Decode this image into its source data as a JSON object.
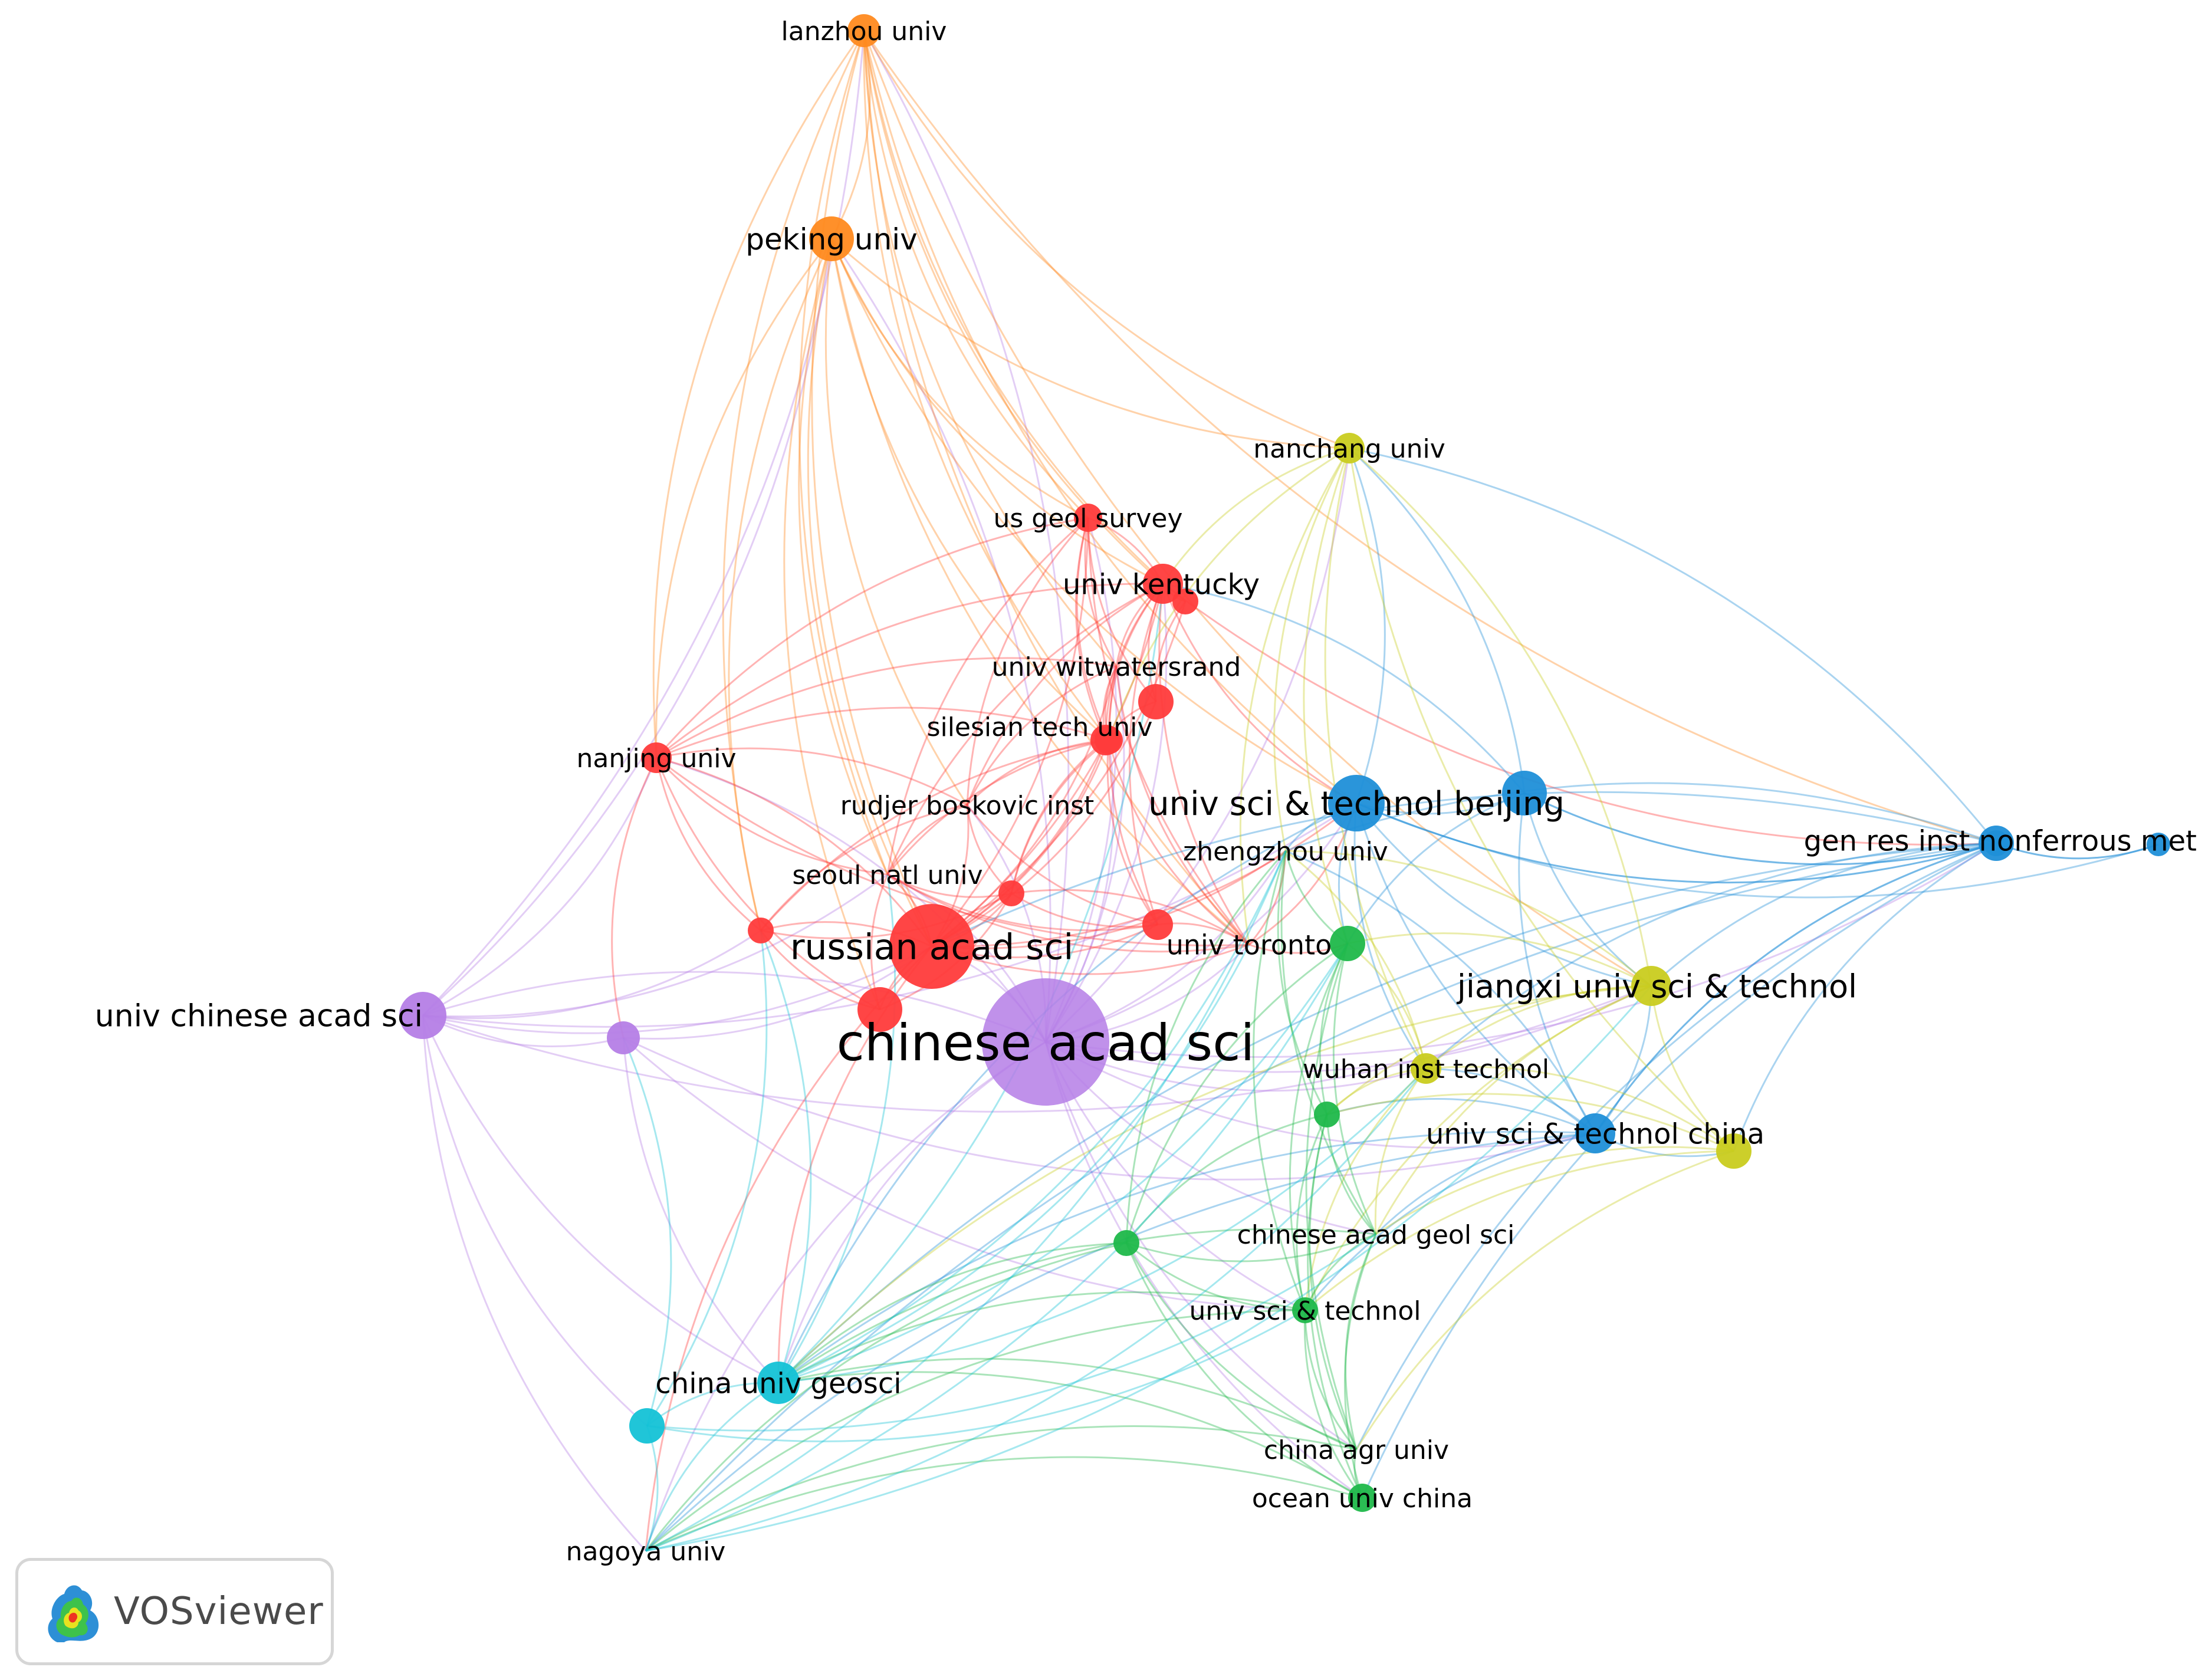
{
  "app": {
    "logo_text": "VOSviewer",
    "logo_icon": "vosviewer-heat-density-icon"
  },
  "clusters": {
    "red": "#ff3b3b",
    "orange": "#ff8a1f",
    "purple": "#b57ee6",
    "blue": "#1f8fd8",
    "green": "#1fb84a",
    "yellow": "#c9cc1f",
    "cyan": "#14c2d6"
  },
  "network": {
    "nodes": [
      {
        "id": "lanzhou",
        "label": "lanzhou univ",
        "cluster": "orange"
      },
      {
        "id": "peking",
        "label": "peking univ",
        "cluster": "orange"
      },
      {
        "id": "nanchang",
        "label": "nanchang univ",
        "cluster": "yellow"
      },
      {
        "id": "usgeol",
        "label": "us geol survey",
        "cluster": "red"
      },
      {
        "id": "kentucky",
        "label": "univ kentucky",
        "cluster": "red"
      },
      {
        "id": "wits",
        "label": "univ witwatersrand",
        "cluster": "red"
      },
      {
        "id": "silesian",
        "label": "silesian tech univ",
        "cluster": "red"
      },
      {
        "id": "nanjing",
        "label": "nanjing univ",
        "cluster": "red"
      },
      {
        "id": "rudjer",
        "label": "rudjer boskovic inst",
        "cluster": "red"
      },
      {
        "id": "ustb",
        "label": "univ sci & technol beijing",
        "cluster": "blue"
      },
      {
        "id": "genres",
        "label": "gen res inst nonferrous met",
        "cluster": "blue"
      },
      {
        "id": "zhengzhou",
        "label": "zhengzhou univ",
        "cluster": "green"
      },
      {
        "id": "seoul",
        "label": "seoul natl univ",
        "cluster": "red"
      },
      {
        "id": "russian",
        "label": "russian acad sci",
        "cluster": "red"
      },
      {
        "id": "toronto",
        "label": "univ toronto",
        "cluster": "red"
      },
      {
        "id": "jiangxi",
        "label": "jiangxi univ sci & technol",
        "cluster": "yellow"
      },
      {
        "id": "ucas",
        "label": "univ chinese acad sci",
        "cluster": "purple"
      },
      {
        "id": "cas",
        "label": "chinese acad sci",
        "cluster": "purple"
      },
      {
        "id": "wuhan",
        "label": "wuhan inst technol",
        "cluster": "yellow"
      },
      {
        "id": "ustc",
        "label": "univ sci & technol china",
        "cluster": "blue"
      },
      {
        "id": "cags",
        "label": "chinese acad geol sci",
        "cluster": "green"
      },
      {
        "id": "ust",
        "label": "univ sci & technol",
        "cluster": "green"
      },
      {
        "id": "cug",
        "label": "china univ geosci",
        "cluster": "cyan"
      },
      {
        "id": "cau",
        "label": "china agr univ",
        "cluster": "green"
      },
      {
        "id": "ouc",
        "label": "ocean univ china",
        "cluster": "green"
      },
      {
        "id": "nagoya",
        "label": "nagoya univ",
        "cluster": "cyan"
      },
      {
        "id": "u_purple2",
        "label": "",
        "cluster": "purple"
      },
      {
        "id": "u_red1",
        "label": "",
        "cluster": "red"
      },
      {
        "id": "u_red2",
        "label": "",
        "cluster": "red"
      },
      {
        "id": "u_red3",
        "label": "",
        "cluster": "red"
      },
      {
        "id": "u_red4",
        "label": "",
        "cluster": "red"
      },
      {
        "id": "u_red5",
        "label": "",
        "cluster": "red"
      },
      {
        "id": "u_red6",
        "label": "",
        "cluster": "red"
      },
      {
        "id": "u_red7",
        "label": "",
        "cluster": "red"
      },
      {
        "id": "u_green1",
        "label": "",
        "cluster": "green"
      },
      {
        "id": "u_green2",
        "label": "",
        "cluster": "green"
      },
      {
        "id": "u_green3",
        "label": "",
        "cluster": "green"
      },
      {
        "id": "u_blue1",
        "label": "",
        "cluster": "blue"
      },
      {
        "id": "u_blue2",
        "label": "",
        "cluster": "blue"
      },
      {
        "id": "u_blue3",
        "label": "",
        "cluster": "blue"
      },
      {
        "id": "u_yellow1",
        "label": "",
        "cluster": "yellow"
      },
      {
        "id": "u_cyan1",
        "label": "",
        "cluster": "cyan"
      }
    ],
    "links": [
      [
        "cas",
        "lanzhou"
      ],
      [
        "cas",
        "peking"
      ],
      [
        "cas",
        "nanchang"
      ],
      [
        "cas",
        "usgeol"
      ],
      [
        "cas",
        "kentucky"
      ],
      [
        "cas",
        "wits"
      ],
      [
        "cas",
        "silesian"
      ],
      [
        "cas",
        "nanjing"
      ],
      [
        "cas",
        "rudjer"
      ],
      [
        "cas",
        "ustb"
      ],
      [
        "cas",
        "genres"
      ],
      [
        "cas",
        "zhengzhou"
      ],
      [
        "cas",
        "seoul"
      ],
      [
        "cas",
        "russian"
      ],
      [
        "cas",
        "toronto"
      ],
      [
        "cas",
        "jiangxi"
      ],
      [
        "cas",
        "ucas"
      ],
      [
        "cas",
        "wuhan"
      ],
      [
        "cas",
        "ustc"
      ],
      [
        "cas",
        "cags"
      ],
      [
        "cas",
        "ust"
      ],
      [
        "cas",
        "cug"
      ],
      [
        "cas",
        "cau"
      ],
      [
        "cas",
        "ouc"
      ],
      [
        "cas",
        "nagoya"
      ],
      [
        "ucas",
        "peking"
      ],
      [
        "ucas",
        "lanzhou"
      ],
      [
        "ucas",
        "russian"
      ],
      [
        "ucas",
        "nanjing"
      ],
      [
        "ucas",
        "cug"
      ],
      [
        "ucas",
        "nagoya"
      ],
      [
        "ucas",
        "u_purple2"
      ],
      [
        "ucas",
        "ustb"
      ],
      [
        "ucas",
        "jiangxi"
      ],
      [
        "ucas",
        "u_cyan1"
      ],
      [
        "ucas",
        "u_red6"
      ],
      [
        "ucas",
        "seoul"
      ],
      [
        "u_purple2",
        "russian"
      ],
      [
        "u_purple2",
        "cug"
      ],
      [
        "u_purple2",
        "ust"
      ],
      [
        "u_purple2",
        "ustc"
      ],
      [
        "peking",
        "lanzhou"
      ],
      [
        "peking",
        "russian"
      ],
      [
        "peking",
        "usgeol"
      ],
      [
        "peking",
        "kentucky"
      ],
      [
        "peking",
        "nanjing"
      ],
      [
        "peking",
        "silesian"
      ],
      [
        "peking",
        "toronto"
      ],
      [
        "peking",
        "seoul"
      ],
      [
        "peking",
        "ustb"
      ],
      [
        "peking",
        "nanchang"
      ],
      [
        "peking",
        "u_red6"
      ],
      [
        "peking",
        "rudjer"
      ],
      [
        "peking",
        "u_red7"
      ],
      [
        "lanzhou",
        "russian"
      ],
      [
        "lanzhou",
        "kentucky"
      ],
      [
        "lanzhou",
        "usgeol"
      ],
      [
        "lanzhou",
        "genres"
      ],
      [
        "lanzhou",
        "nanchang"
      ],
      [
        "lanzhou",
        "ustb"
      ],
      [
        "lanzhou",
        "jiangxi"
      ],
      [
        "lanzhou",
        "wits"
      ],
      [
        "lanzhou",
        "silesian"
      ],
      [
        "lanzhou",
        "toronto"
      ],
      [
        "lanzhou",
        "nanjing"
      ],
      [
        "lanzhou",
        "u_red6"
      ],
      [
        "lanzhou",
        "seoul"
      ],
      [
        "lanzhou",
        "u_red1"
      ],
      [
        "russian",
        "kentucky"
      ],
      [
        "russian",
        "usgeol"
      ],
      [
        "russian",
        "wits"
      ],
      [
        "russian",
        "silesian"
      ],
      [
        "russian",
        "rudjer"
      ],
      [
        "russian",
        "nanjing"
      ],
      [
        "russian",
        "seoul"
      ],
      [
        "russian",
        "toronto"
      ],
      [
        "russian",
        "u_red1"
      ],
      [
        "russian",
        "u_red2"
      ],
      [
        "russian",
        "u_red3"
      ],
      [
        "russian",
        "u_red4"
      ],
      [
        "russian",
        "u_red5"
      ],
      [
        "russian",
        "u_red6"
      ],
      [
        "russian",
        "u_red7"
      ],
      [
        "russian",
        "ustb"
      ],
      [
        "russian",
        "cug"
      ],
      [
        "russian",
        "nagoya"
      ],
      [
        "russian",
        "zhengzhou"
      ],
      [
        "kentucky",
        "usgeol"
      ],
      [
        "kentucky",
        "wits"
      ],
      [
        "kentucky",
        "silesian"
      ],
      [
        "kentucky",
        "u_red1"
      ],
      [
        "kentucky",
        "u_red2"
      ],
      [
        "kentucky",
        "u_red3"
      ],
      [
        "kentucky",
        "toronto"
      ],
      [
        "kentucky",
        "nanjing"
      ],
      [
        "kentucky",
        "rudjer"
      ],
      [
        "kentucky",
        "seoul"
      ],
      [
        "kentucky",
        "u_red5"
      ],
      [
        "kentucky",
        "ustb"
      ],
      [
        "kentucky",
        "genres"
      ],
      [
        "usgeol",
        "wits"
      ],
      [
        "usgeol",
        "silesian"
      ],
      [
        "usgeol",
        "nanjing"
      ],
      [
        "usgeol",
        "rudjer"
      ],
      [
        "usgeol",
        "toronto"
      ],
      [
        "usgeol",
        "u_red2"
      ],
      [
        "usgeol",
        "u_red3"
      ],
      [
        "usgeol",
        "seoul"
      ],
      [
        "wits",
        "silesian"
      ],
      [
        "wits",
        "rudjer"
      ],
      [
        "wits",
        "u_red3"
      ],
      [
        "wits",
        "toronto"
      ],
      [
        "wits",
        "nanjing"
      ],
      [
        "wits",
        "u_red5"
      ],
      [
        "silesian",
        "rudjer"
      ],
      [
        "silesian",
        "u_red3"
      ],
      [
        "silesian",
        "u_red4"
      ],
      [
        "silesian",
        "seoul"
      ],
      [
        "silesian",
        "nanjing"
      ],
      [
        "silesian",
        "toronto"
      ],
      [
        "silesian",
        "u_red5"
      ],
      [
        "silesian",
        "u_red6"
      ],
      [
        "rudjer",
        "seoul"
      ],
      [
        "rudjer",
        "u_red4"
      ],
      [
        "rudjer",
        "u_red5"
      ],
      [
        "rudjer",
        "u_red6"
      ],
      [
        "rudjer",
        "nanjing"
      ],
      [
        "nanjing",
        "u_red6"
      ],
      [
        "nanjing",
        "u_red7"
      ],
      [
        "nanjing",
        "seoul"
      ],
      [
        "nanjing",
        "toronto"
      ],
      [
        "nanjing",
        "u_purple2"
      ],
      [
        "seoul",
        "u_red4"
      ],
      [
        "seoul",
        "u_red5"
      ],
      [
        "seoul",
        "u_red7"
      ],
      [
        "seoul",
        "toronto"
      ],
      [
        "toronto",
        "u_green1"
      ],
      [
        "toronto",
        "u_red4"
      ],
      [
        "toronto",
        "u_red5"
      ],
      [
        "toronto",
        "ustb"
      ],
      [
        "toronto",
        "zhengzhou"
      ],
      [
        "ustb",
        "genres"
      ],
      [
        "ustb",
        "u_blue1"
      ],
      [
        "ustb",
        "u_blue2"
      ],
      [
        "ustb",
        "u_blue3"
      ],
      [
        "ustb",
        "ustc"
      ],
      [
        "ustb",
        "jiangxi"
      ],
      [
        "ustb",
        "zhengzhou"
      ],
      [
        "ustb",
        "u_green1"
      ],
      [
        "ustb",
        "nanchang"
      ],
      [
        "ustb",
        "wuhan"
      ],
      [
        "ustb",
        "cug"
      ],
      [
        "u_blue1",
        "genres"
      ],
      [
        "u_blue1",
        "u_blue2"
      ],
      [
        "u_blue1",
        "ustc"
      ],
      [
        "u_blue1",
        "jiangxi"
      ],
      [
        "u_blue1",
        "nanchang"
      ],
      [
        "u_blue1",
        "kentucky"
      ],
      [
        "u_blue1",
        "u_green1"
      ],
      [
        "genres",
        "u_blue2"
      ],
      [
        "genres",
        "u_blue3"
      ],
      [
        "genres",
        "ustc"
      ],
      [
        "genres",
        "jiangxi"
      ],
      [
        "genres",
        "u_yellow1"
      ],
      [
        "genres",
        "nanchang"
      ],
      [
        "genres",
        "wuhan"
      ],
      [
        "genres",
        "cug"
      ],
      [
        "genres",
        "nagoya"
      ],
      [
        "genres",
        "cau"
      ],
      [
        "genres",
        "ouc"
      ],
      [
        "genres",
        "zhengzhou"
      ],
      [
        "genres",
        "russian"
      ],
      [
        "u_blue2",
        "u_blue3"
      ],
      [
        "u_blue2",
        "ustc"
      ],
      [
        "ustc",
        "jiangxi"
      ],
      [
        "ustc",
        "u_yellow1"
      ],
      [
        "ustc",
        "wuhan"
      ],
      [
        "ustc",
        "cags"
      ],
      [
        "ustc",
        "ust"
      ],
      [
        "ustc",
        "cug"
      ],
      [
        "ustc",
        "u_green2"
      ],
      [
        "ustc",
        "zhengzhou"
      ],
      [
        "ustc",
        "nagoya"
      ],
      [
        "jiangxi",
        "nanchang"
      ],
      [
        "jiangxi",
        "u_yellow1"
      ],
      [
        "jiangxi",
        "wuhan"
      ],
      [
        "jiangxi",
        "zhengzhou"
      ],
      [
        "jiangxi",
        "u_green1"
      ],
      [
        "jiangxi",
        "cags"
      ],
      [
        "jiangxi",
        "ust"
      ],
      [
        "jiangxi",
        "u_green2"
      ],
      [
        "jiangxi",
        "cug"
      ],
      [
        "nanchang",
        "u_yellow1"
      ],
      [
        "nanchang",
        "wuhan"
      ],
      [
        "nanchang",
        "zhengzhou"
      ],
      [
        "nanchang",
        "u_green1"
      ],
      [
        "nanchang",
        "toronto"
      ],
      [
        "nanchang",
        "kentucky"
      ],
      [
        "nanchang",
        "silesian"
      ],
      [
        "u_yellow1",
        "wuhan"
      ],
      [
        "u_yellow1",
        "cags"
      ],
      [
        "u_yellow1",
        "ust"
      ],
      [
        "u_yellow1",
        "u_green2"
      ],
      [
        "u_yellow1",
        "cau"
      ],
      [
        "wuhan",
        "zhengzhou"
      ],
      [
        "wuhan",
        "u_green1"
      ],
      [
        "wuhan",
        "u_green2"
      ],
      [
        "wuhan",
        "cags"
      ],
      [
        "wuhan",
        "ust"
      ],
      [
        "zhengzhou",
        "u_green1"
      ],
      [
        "zhengzhou",
        "u_green2"
      ],
      [
        "zhengzhou",
        "u_green3"
      ],
      [
        "zhengzhou",
        "cags"
      ],
      [
        "zhengzhou",
        "ust"
      ],
      [
        "u_green1",
        "u_green2"
      ],
      [
        "u_green1",
        "u_green3"
      ],
      [
        "u_green1",
        "cags"
      ],
      [
        "u_green1",
        "ust"
      ],
      [
        "u_green1",
        "cau"
      ],
      [
        "u_green2",
        "u_green3"
      ],
      [
        "u_green2",
        "cags"
      ],
      [
        "u_green2",
        "ust"
      ],
      [
        "u_green2",
        "cau"
      ],
      [
        "u_green2",
        "ouc"
      ],
      [
        "u_green3",
        "cags"
      ],
      [
        "u_green3",
        "ust"
      ],
      [
        "u_green3",
        "cau"
      ],
      [
        "u_green3",
        "ouc"
      ],
      [
        "u_green3",
        "cug"
      ],
      [
        "u_green3",
        "nagoya"
      ],
      [
        "cags",
        "ust"
      ],
      [
        "cags",
        "cau"
      ],
      [
        "cags",
        "ouc"
      ],
      [
        "cags",
        "cug"
      ],
      [
        "ust",
        "cau"
      ],
      [
        "ust",
        "ouc"
      ],
      [
        "ust",
        "cug"
      ],
      [
        "ust",
        "nagoya"
      ],
      [
        "cau",
        "ouc"
      ],
      [
        "cau",
        "cug"
      ],
      [
        "cau",
        "nagoya"
      ],
      [
        "ouc",
        "cug"
      ],
      [
        "ouc",
        "nagoya"
      ],
      [
        "cug",
        "nagoya"
      ],
      [
        "cug",
        "u_cyan1"
      ],
      [
        "cug",
        "u_red6"
      ],
      [
        "cug",
        "seoul"
      ],
      [
        "cug",
        "toronto"
      ],
      [
        "cug",
        "zhengzhou"
      ],
      [
        "cug",
        "wuhan"
      ],
      [
        "cug",
        "u_green1"
      ],
      [
        "cug",
        "kentucky"
      ],
      [
        "nagoya",
        "u_cyan1"
      ],
      [
        "nagoya",
        "u_green1"
      ],
      [
        "nagoya",
        "wuhan"
      ],
      [
        "nagoya",
        "jiangxi"
      ],
      [
        "nagoya",
        "zhengzhou"
      ],
      [
        "u_cyan1",
        "u_purple2"
      ],
      [
        "u_cyan1",
        "ust"
      ],
      [
        "u_cyan1",
        "cags"
      ],
      [
        "u_cyan1",
        "u_red6"
      ],
      [
        "u_red6",
        "u_red7"
      ],
      [
        "u_red6",
        "u_red4"
      ],
      [
        "u_red7",
        "u_red4"
      ],
      [
        "u_red1",
        "u_red2"
      ],
      [
        "u_red2",
        "u_red3"
      ],
      [
        "u_red3",
        "u_red4"
      ],
      [
        "u_red4",
        "u_red5"
      ]
    ]
  }
}
